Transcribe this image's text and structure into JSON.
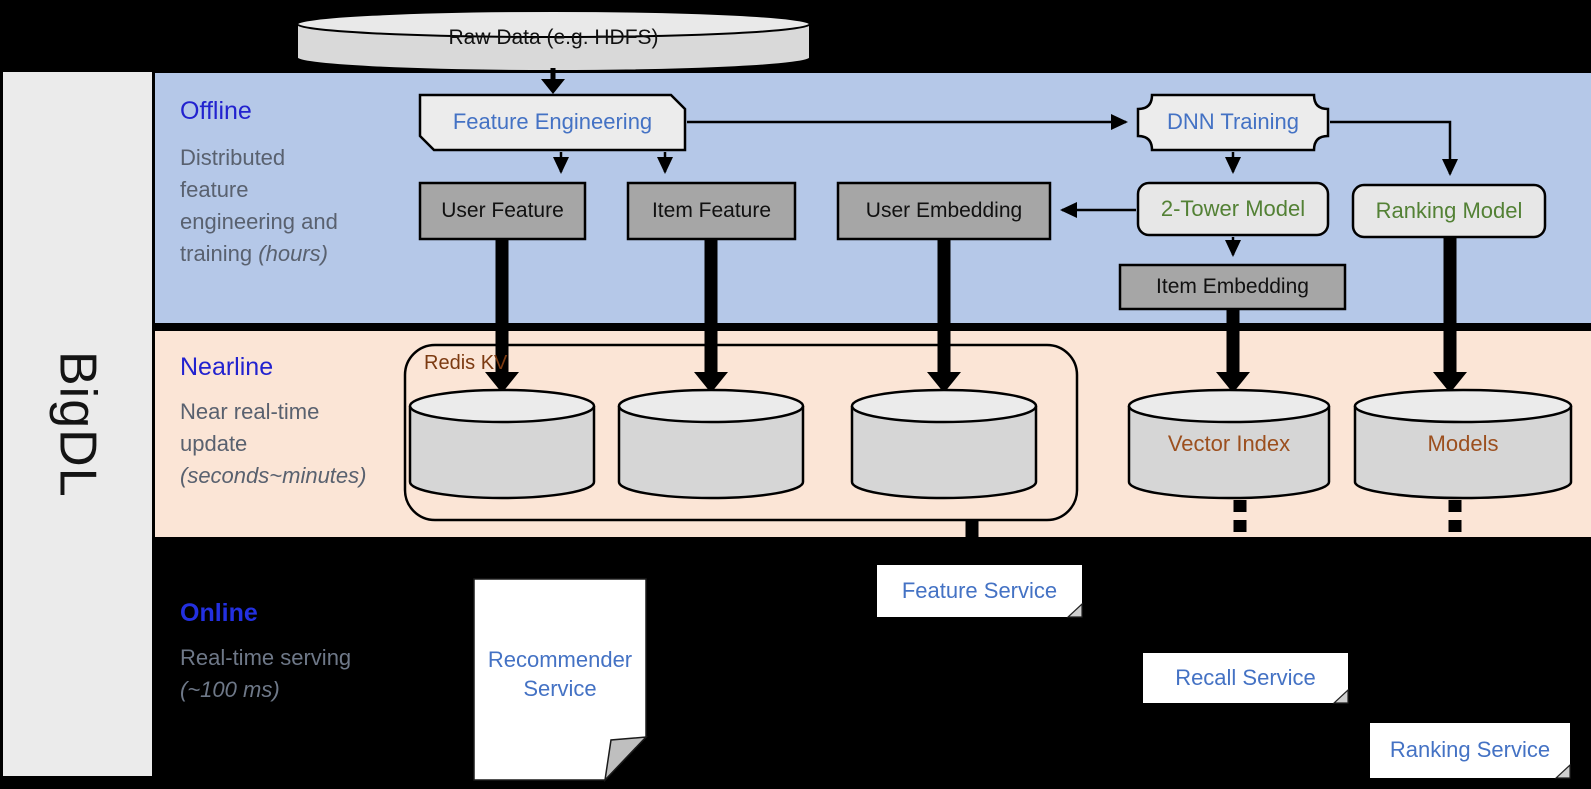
{
  "sidebar": {
    "brand": "BigDL"
  },
  "datasource": {
    "label": "Raw Data (e.g. HDFS)"
  },
  "sections": {
    "offline": {
      "title": "Offline",
      "desc": "Distributed feature engineering and training ",
      "note": "(hours)"
    },
    "nearline": {
      "title": "Nearline",
      "desc": "Near real-time update ",
      "note": "(seconds~minutes)"
    },
    "online": {
      "title": "Online",
      "desc": "Real-time serving ",
      "note": "(~100 ms)"
    }
  },
  "offline": {
    "feature_engineering": "Feature Engineering",
    "dnn_training": "DNN Training",
    "user_feature": "User Feature",
    "item_feature": "Item Feature",
    "user_embedding": "User Embedding",
    "two_tower_model": "2-Tower Model",
    "ranking_model": "Ranking Model",
    "item_embedding": "Item Embedding"
  },
  "nearline": {
    "redis_kv": "Redis KV",
    "vector_index": "Vector Index",
    "models": "Models"
  },
  "online": {
    "recommender_service": "Recommender Service",
    "feature_service": "Feature Service",
    "recall_service": "Recall Service",
    "ranking_service": "Ranking Service"
  },
  "colors": {
    "offline_band": "#b5c8e8",
    "nearline_band": "#fbe5d6",
    "section_label_blue": "#2222cf",
    "desc_gray": "#59616f",
    "box_text_blue": "#4472c4",
    "model_text_green": "#538135",
    "store_text_brown": "#9c4f1e",
    "gray_box_fill": "#a6a6a6",
    "light_box_fill": "#ececec",
    "cylinder_fill": "#d6d6d6"
  }
}
